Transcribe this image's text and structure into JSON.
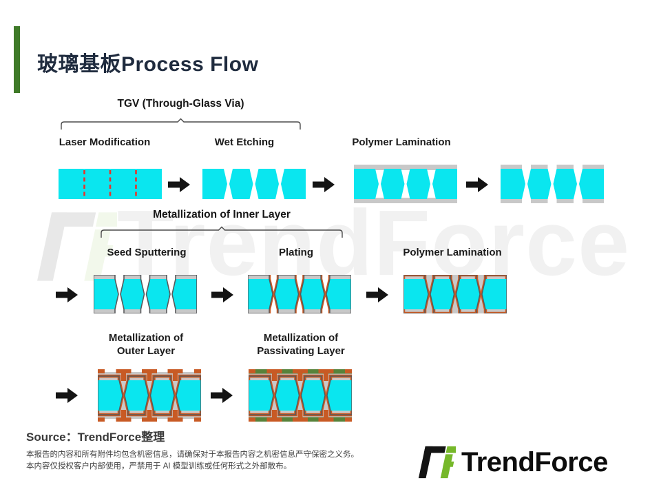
{
  "slide": {
    "title": "玻璃基板Process Flow",
    "watermark": "TrendForce"
  },
  "rows": {
    "row1": {
      "header": "TGV (Through-Glass Via)",
      "steps": {
        "s1": "Laser Modification",
        "s2": "Wet Etching",
        "s3": "Polymer Lamination"
      }
    },
    "row2": {
      "header": "Metallization of Inner Layer",
      "steps": {
        "s1": "Seed Sputtering",
        "s2": "Plating",
        "s3": "Polymer Lamination"
      }
    },
    "row3": {
      "steps": {
        "s1": {
          "line1": "Metallization of",
          "line2": "Outer Layer"
        },
        "s2": {
          "line1": "Metallization of",
          "line2": "Passivating Layer"
        }
      }
    }
  },
  "footer": {
    "source": "Source：TrendForce整理",
    "disclaimer_line1": "本报告的内容和所有附件均包含机密信息，请确保对于本报告内容之机密信息严守保密之义务。",
    "disclaimer_line2": "本内容仅授权客户内部使用，严禁用于 AI 模型训练或任何形式之外部散布。",
    "logo_text": "TrendForce"
  },
  "colors": {
    "accent_bar_green": "#3F7A28",
    "title_navy": "#1F2B3E",
    "glass_cyan": "#0AE6EF",
    "laser_red": "#E8332A",
    "polymer_gray": "#C8C8C8",
    "seed_gray": "#58595B",
    "copper_orange": "#C85A24",
    "passivation_green": "#57823A",
    "logo_green": "#76B82A"
  }
}
